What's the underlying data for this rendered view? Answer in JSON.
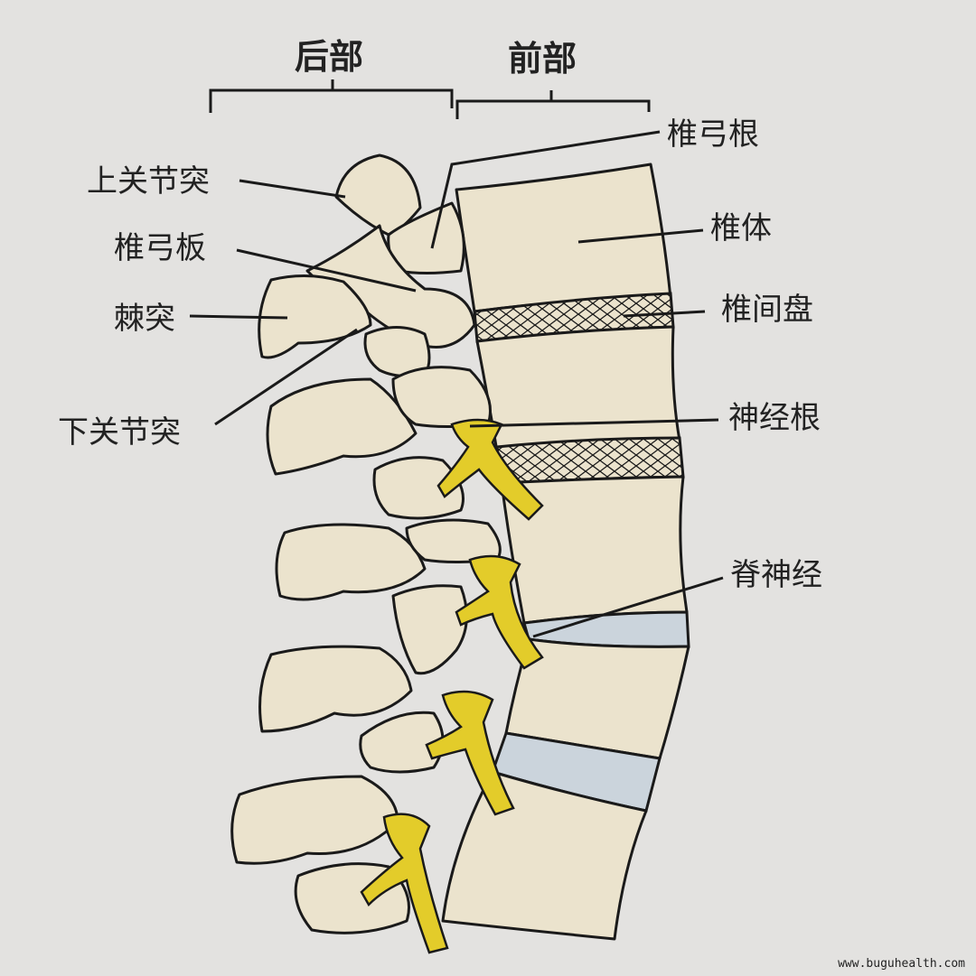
{
  "headers": {
    "posterior": "后部",
    "anterior": "前部"
  },
  "labels": {
    "superior_articular_process": "上关节突",
    "lamina": "椎弓板",
    "spinous_process": "棘突",
    "inferior_articular_process": "下关节突",
    "pedicle": "椎弓根",
    "vertebral_body": "椎体",
    "intervertebral_disc": "椎间盘",
    "nerve_root": "神经根",
    "spinal_nerve": "脊神经"
  },
  "watermark": "www.buguhealth.com",
  "colors": {
    "background": "#e3e2e0",
    "bone": "#ebe3cd",
    "nerve": "#e3cc2a",
    "disc": "#cbd4dc"
  }
}
